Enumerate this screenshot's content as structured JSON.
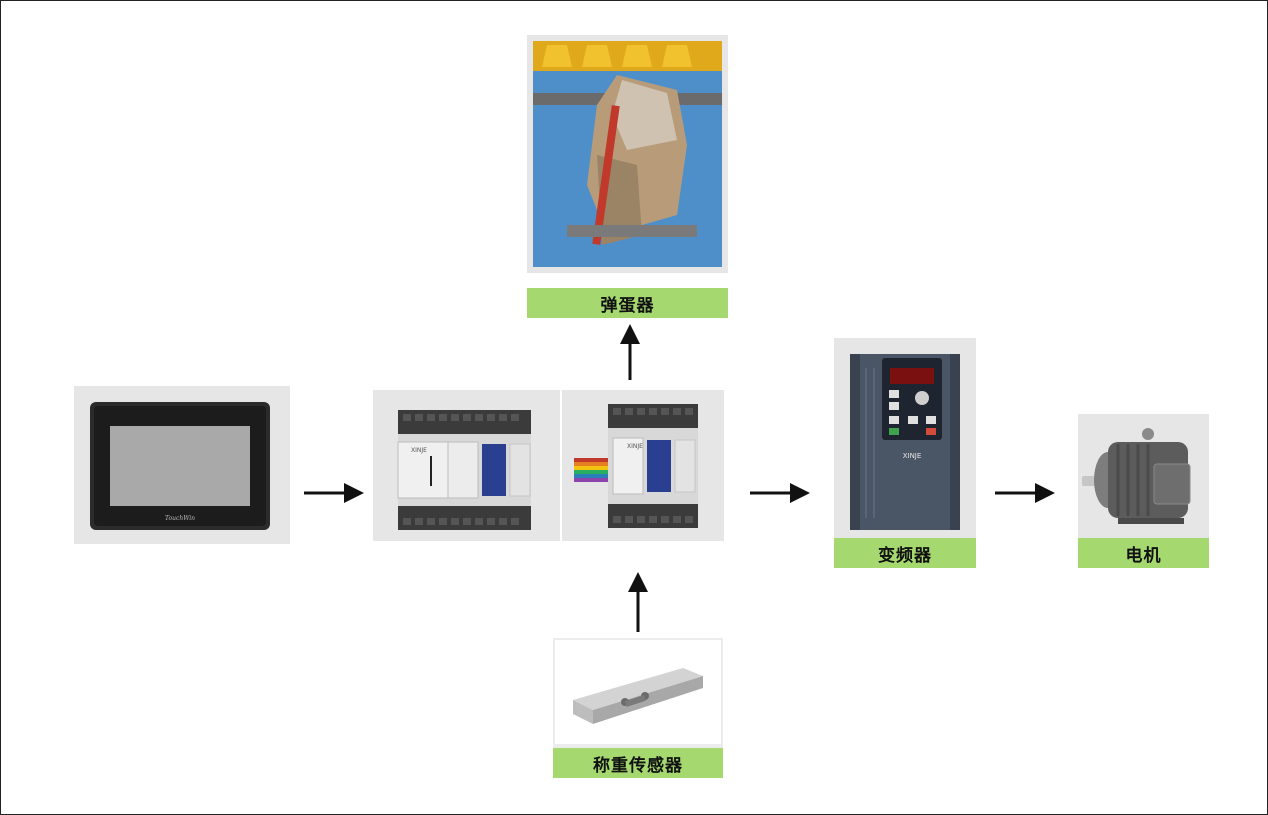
{
  "nodes": {
    "hmi": {
      "label": "",
      "brand_text": "TouchWin"
    },
    "plc": {
      "label": "",
      "brand_text": "XINJE"
    },
    "egg_kicker": {
      "label": "弹蛋器"
    },
    "inverter": {
      "label": "变频器",
      "brand_text": "XINJE"
    },
    "motor": {
      "label": "电机"
    },
    "load_cell": {
      "label": "称重传感器"
    }
  },
  "colors": {
    "label_bg": "#a6d870",
    "arrow": "#111111",
    "image_bg": "#e6e6e6"
  }
}
